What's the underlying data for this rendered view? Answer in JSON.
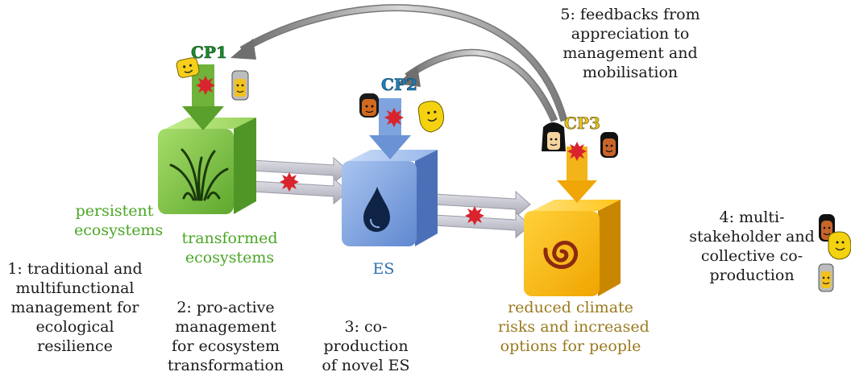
{
  "cp_labels": [
    "CP1",
    "CP2",
    "CP3"
  ],
  "boxes": {
    "persistent": [
      "persistent",
      "ecosystems"
    ],
    "transformed": [
      "transformed",
      "ecosystems"
    ],
    "es": "ES",
    "reduced": [
      "reduced climate",
      "risks and increased",
      "options for people"
    ]
  },
  "steps": {
    "s1": [
      "1: traditional and",
      "multifunctional",
      "management for",
      "ecological",
      "resilience"
    ],
    "s2": [
      "2: pro-active",
      "management",
      "for ecosystem",
      "transformation"
    ],
    "s3": [
      "3: co-",
      "production",
      "of novel ES"
    ],
    "s4": [
      "4: multi-",
      "stakeholder and",
      "collective co-",
      "production"
    ],
    "s5": [
      "5: feedbacks from",
      "appreciation to",
      "management and",
      "mobilisation"
    ]
  },
  "colors": {
    "green_cube": "#7bc043",
    "blue_cube": "#7fa6e0",
    "gold_cube": "#f6b400",
    "green_text": "#4aa626",
    "blue_text": "#2b6fb0",
    "gold_text": "#9a7a1e",
    "arrow_grey": "#b8b8c4",
    "star_red": "#d9232d"
  },
  "icons": [
    "plant-icon",
    "water-drop-icon",
    "spiral-icon",
    "person-icon",
    "star-burst-icon"
  ]
}
